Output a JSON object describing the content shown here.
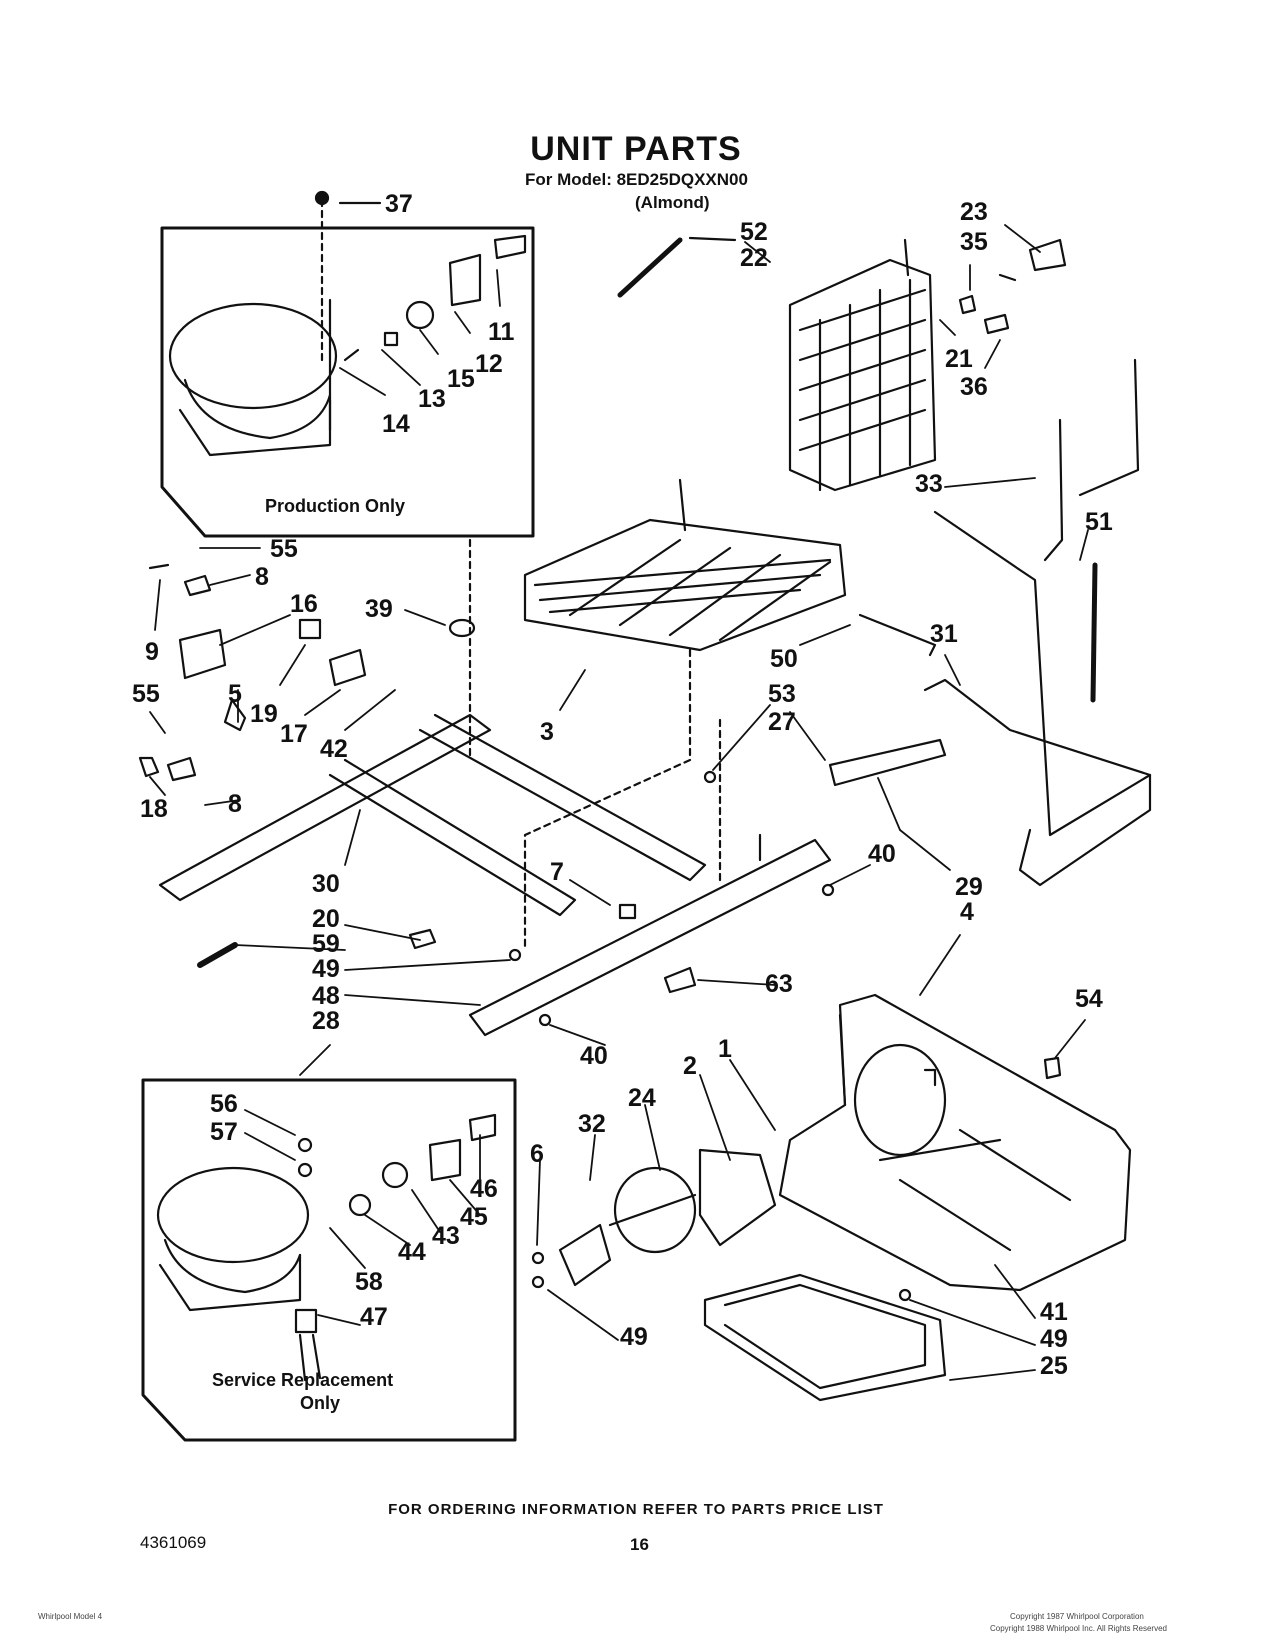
{
  "header": {
    "title": "UNIT PARTS",
    "model_line": "For Model: 8ED25DQXXN00",
    "variant": "(Almond)"
  },
  "boxes": {
    "production": "Production Only",
    "service_line1": "Service Replacement",
    "service_line2": "Only"
  },
  "callouts": {
    "c37": "37",
    "c11": "11",
    "c12": "12",
    "c15": "15",
    "c13": "13",
    "c14": "14",
    "c52": "52",
    "c22": "22",
    "c23": "23",
    "c35": "35",
    "c21": "21",
    "c36": "36",
    "c33": "33",
    "c51": "51",
    "c55a": "55",
    "c8a": "8",
    "c9": "9",
    "c16": "16",
    "c39": "39",
    "c19": "19",
    "c17": "17",
    "c42": "42",
    "c5": "5",
    "c55b": "55",
    "c3": "3",
    "c50": "50",
    "c31": "31",
    "c53": "53",
    "c27": "27",
    "c18": "18",
    "c8b": "8",
    "c30": "30",
    "c20": "20",
    "c59": "59",
    "c49a": "49",
    "c48": "48",
    "c28": "28",
    "c7": "7",
    "c40a": "40",
    "c29": "29",
    "c4": "4",
    "c63": "63",
    "c54": "54",
    "c40b": "40",
    "c56": "56",
    "c57": "57",
    "c1": "1",
    "c2": "2",
    "c24": "24",
    "c32": "32",
    "c6": "6",
    "c46": "46",
    "c45": "45",
    "c43": "43",
    "c44": "44",
    "c58": "58",
    "c47": "47",
    "c41": "41",
    "c49b": "49",
    "c25": "25",
    "c49c": "49"
  },
  "footer": {
    "note": "FOR ORDERING INFORMATION REFER TO PARTS PRICE LIST",
    "doc_number": "4361069",
    "page_number": "16",
    "fine_left": "Whirlpool Model 4",
    "fine_right1": "Copyright 1987 Whirlpool Corporation",
    "fine_right2": "Copyright 1988 Whirlpool Inc. All Rights Reserved"
  }
}
